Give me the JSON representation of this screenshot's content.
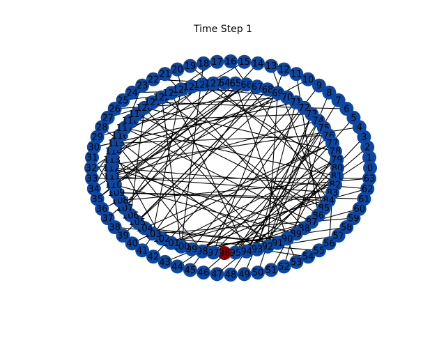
{
  "figure": {
    "title": "Time Step 1"
  },
  "colors": {
    "node_default": "#0d47a1",
    "node_highlight": "#8b0000",
    "edge": "#000000",
    "label": "#000000",
    "background": "#ffffff"
  },
  "graph": {
    "node_count": 128,
    "highlighted_nodes": [
      96
    ],
    "edges": [
      [
        6,
        72
      ],
      [
        7,
        94
      ],
      [
        8,
        92
      ],
      [
        10,
        110
      ],
      [
        12,
        97
      ],
      [
        14,
        107
      ],
      [
        15,
        116
      ],
      [
        16,
        84
      ],
      [
        17,
        123
      ],
      [
        18,
        100
      ],
      [
        20,
        124
      ],
      [
        21,
        88
      ],
      [
        22,
        66
      ],
      [
        23,
        113
      ],
      [
        24,
        68
      ],
      [
        25,
        66
      ],
      [
        26,
        70
      ],
      [
        27,
        64
      ],
      [
        28,
        93
      ],
      [
        29,
        67
      ],
      [
        30,
        71
      ],
      [
        31,
        106
      ],
      [
        33,
        119
      ],
      [
        35,
        66
      ],
      [
        36,
        108
      ],
      [
        38,
        91
      ],
      [
        40,
        77
      ],
      [
        41,
        67
      ],
      [
        43,
        83
      ],
      [
        44,
        79
      ],
      [
        46,
        79
      ],
      [
        47,
        81
      ],
      [
        48,
        75
      ],
      [
        50,
        73
      ],
      [
        51,
        78
      ],
      [
        53,
        90
      ],
      [
        54,
        93
      ],
      [
        55,
        102
      ],
      [
        57,
        95
      ],
      [
        58,
        99
      ],
      [
        59,
        103
      ],
      [
        60,
        98
      ],
      [
        61,
        109
      ],
      [
        62,
        112
      ],
      [
        63,
        33
      ],
      [
        64,
        125
      ],
      [
        65,
        35
      ],
      [
        67,
        127
      ],
      [
        68,
        105
      ],
      [
        70,
        114
      ],
      [
        71,
        30
      ],
      [
        72,
        121
      ],
      [
        73,
        118
      ],
      [
        74,
        111
      ],
      [
        76,
        115
      ],
      [
        77,
        104
      ],
      [
        78,
        120
      ],
      [
        80,
        126
      ],
      [
        81,
        117
      ],
      [
        82,
        101
      ],
      [
        85,
        119
      ],
      [
        86,
        122
      ],
      [
        87,
        96
      ],
      [
        88,
        112
      ],
      [
        89,
        110
      ],
      [
        90,
        65
      ],
      [
        92,
        69
      ],
      [
        95,
        74
      ],
      [
        97,
        76
      ],
      [
        99,
        89
      ],
      [
        100,
        122
      ],
      [
        101,
        62
      ],
      [
        104,
        91
      ],
      [
        106,
        120
      ],
      [
        107,
        127
      ],
      [
        108,
        63
      ],
      [
        109,
        84
      ],
      [
        111,
        69
      ],
      [
        113,
        126
      ],
      [
        114,
        102
      ],
      [
        115,
        98
      ],
      [
        116,
        34
      ],
      [
        117,
        87
      ],
      [
        118,
        121
      ],
      [
        123,
        65
      ],
      [
        124,
        103
      ],
      [
        125,
        70
      ],
      [
        1,
        96
      ],
      [
        2,
        94
      ],
      [
        3,
        93
      ],
      [
        4,
        32
      ],
      [
        5,
        95
      ],
      [
        9,
        99
      ],
      [
        11,
        86
      ],
      [
        13,
        85
      ],
      [
        19,
        82
      ],
      [
        32,
        64
      ],
      [
        34,
        66
      ],
      [
        37,
        67
      ],
      [
        39,
        68
      ],
      [
        42,
        71
      ],
      [
        45,
        72
      ],
      [
        49,
        73
      ],
      [
        52,
        75
      ],
      [
        56,
        78
      ],
      [
        66,
        110
      ],
      [
        69,
        105
      ],
      [
        71,
        93
      ],
      [
        75,
        98
      ],
      [
        79,
        101
      ],
      [
        83,
        111
      ],
      [
        91,
        113
      ],
      [
        92,
        120
      ],
      [
        94,
        123
      ]
    ]
  }
}
